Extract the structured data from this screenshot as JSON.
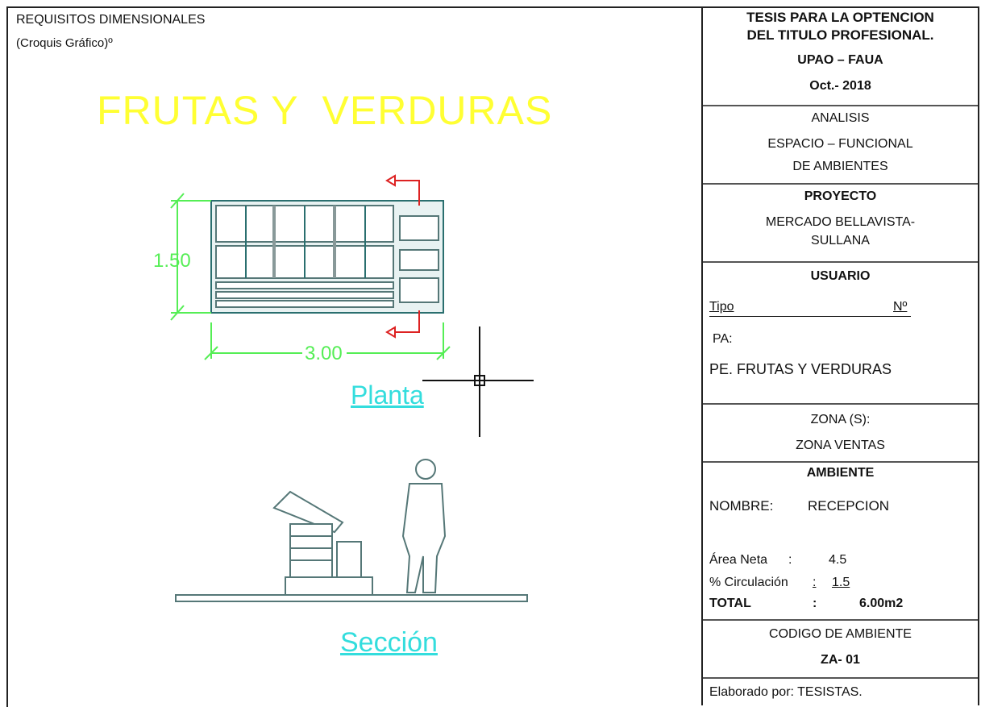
{
  "header": {
    "title": "REQUISITOS DIMENSIONALES",
    "subtitle": "(Croquis Gráfico)º"
  },
  "drawing": {
    "title": "FRUTAS Y  VERDURAS",
    "dim_height": "1.50",
    "dim_width": "3.00",
    "plan_label": "Planta",
    "section_label": "Sección"
  },
  "title_block": {
    "thesis_line1": "TESIS PARA LA OPTENCION",
    "thesis_line2": "DEL TITULO PROFESIONAL.",
    "institution": "UPAO – FAUA",
    "date": "Oct.- 2018",
    "analysis_label": "ANALISIS",
    "analysis_line2": "ESPACIO – FUNCIONAL",
    "analysis_line3": "DE AMBIENTES",
    "project_label": "PROYECTO",
    "project_line1": "MERCADO BELLAVISTA-",
    "project_line2": "SULLANA",
    "user_label": "USUARIO",
    "tipo_label": "Tipo",
    "no_label": "Nº",
    "pa_label": "PA:",
    "pe_label": "PE. FRUTAS Y VERDURAS",
    "zone_label": "ZONA (S):",
    "zone_value": "ZONA  VENTAS",
    "env_label": "AMBIENTE",
    "name_label": "NOMBRE:",
    "name_value": "RECEPCION",
    "area_label": "Área Neta",
    "area_sep": ":",
    "area_value": "4.5",
    "circ_label": "% Circulación",
    "circ_sep": ":",
    "circ_value": "1.5",
    "total_label": "TOTAL",
    "total_sep": ":",
    "total_value": "6.00m2",
    "code_label": "CODIGO DE AMBIENTE",
    "code_value": "ZA- 01",
    "author": "Elaborado por: TESISTAS."
  },
  "colors": {
    "title": "#ffff33",
    "dimension": "#55ee55",
    "view_label": "#33dddd",
    "section_arrow": "#dd2222",
    "linework": "#ffffff",
    "hatch": "#66aaaa"
  }
}
